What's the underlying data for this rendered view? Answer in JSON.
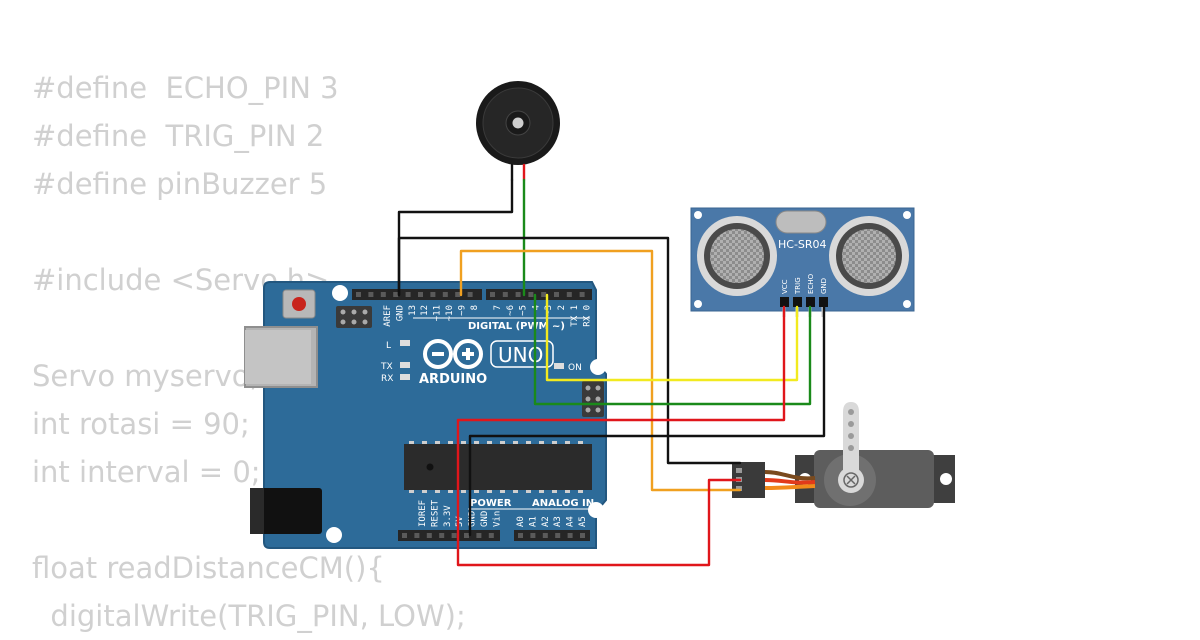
{
  "code_lines": [
    "#define  ECHO_PIN 3",
    "#define  TRIG_PIN 2",
    "#define pinBuzzer 5",
    "",
    "#include <Servo.h>",
    "",
    "Servo myservo;",
    "int rotasi = 90;",
    "int interval = 0;",
    "",
    "float readDistanceCM(){",
    "  digitalWrite(TRIG_PIN, LOW);"
  ],
  "arduino": {
    "brand": "ARDUINO",
    "model": "UNO",
    "digital_label": "DIGITAL (PWM ~)",
    "power_label": "POWER",
    "analog_label": "ANALOG IN",
    "led_l": "L",
    "led_tx": "TX",
    "led_rx": "RX",
    "led_on": "ON",
    "header_top_left": [
      "AREF",
      "GND",
      "13",
      "12",
      "~11",
      "~10",
      "~9",
      "8"
    ],
    "header_top_right": [
      "7",
      "~6",
      "~5",
      "4",
      "~3",
      "2",
      "TX 1",
      "RX 0"
    ],
    "header_power": [
      "IOREF",
      "RESET",
      "3.3V",
      "5V",
      "GND",
      "GND",
      "Vin"
    ],
    "header_analog": [
      "A0",
      "A1",
      "A2",
      "A3",
      "A4",
      "A5"
    ]
  },
  "sensor": {
    "model": "HC-SR04",
    "pins": [
      "VCC",
      "TRIG",
      "ECHO",
      "GND"
    ]
  },
  "colors": {
    "board": "#2d6b99",
    "board_edge": "#23577f",
    "sensor_board": "#4a78a8",
    "wire_red": "#e0161b",
    "wire_black": "#111111",
    "wire_green": "#1a8a1a",
    "wire_yellow": "#f2ea1f",
    "wire_orange": "#f0a020",
    "code_text": "#d0d0d0"
  }
}
